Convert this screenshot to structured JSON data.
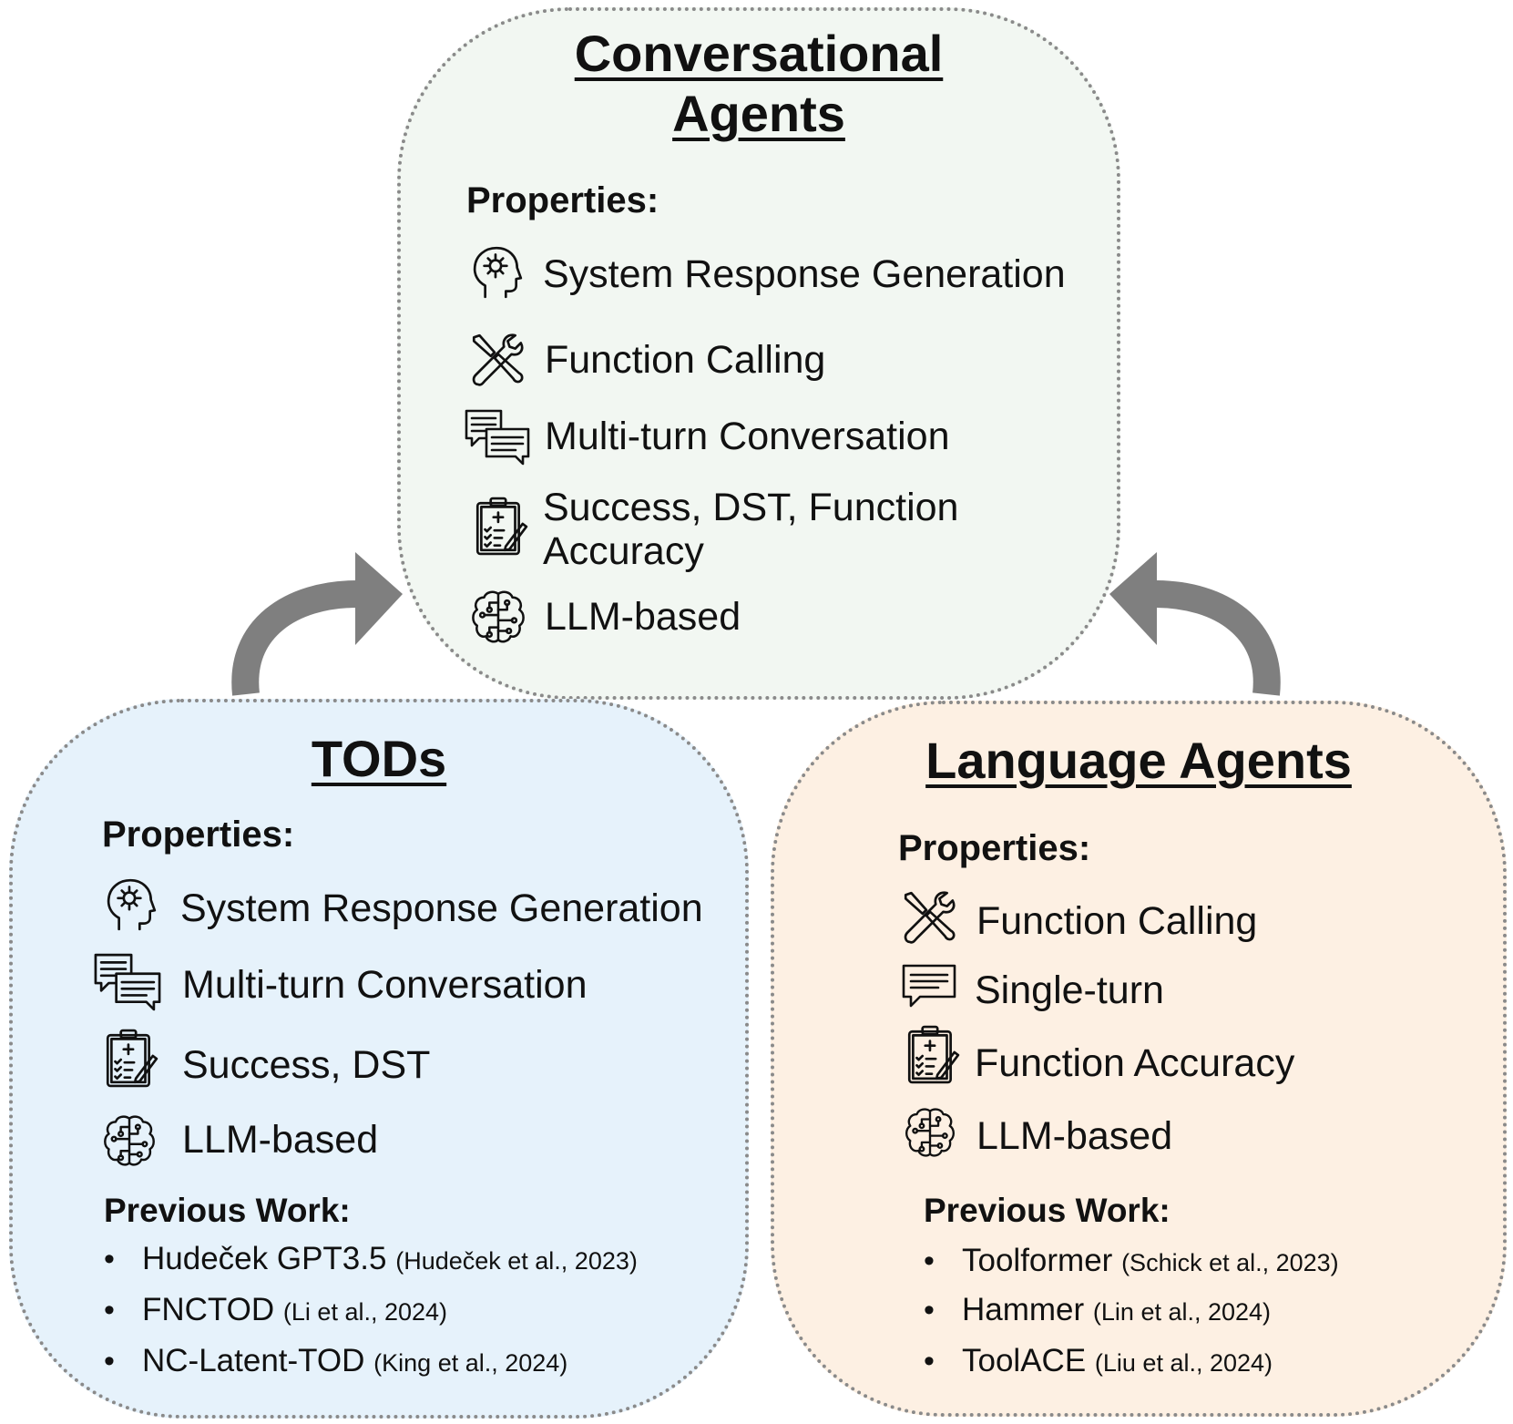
{
  "conversational_agents": {
    "title_line1": "Conversational",
    "title_line2": "Agents",
    "properties_heading": "Properties:",
    "properties": [
      {
        "icon": "head-gear-icon",
        "label": "System Response Generation"
      },
      {
        "icon": "tools-icon",
        "label": "Function Calling"
      },
      {
        "icon": "chat-bubbles-icon",
        "label": "Multi-turn Conversation"
      },
      {
        "icon": "clipboard-icon",
        "label_line1": "Success, DST, Function",
        "label_line2": "Accuracy"
      },
      {
        "icon": "brain-circuit-icon",
        "label": "LLM-based"
      }
    ]
  },
  "tods": {
    "title": "TODs",
    "properties_heading": "Properties:",
    "properties": [
      {
        "icon": "head-gear-icon",
        "label": "System Response Generation"
      },
      {
        "icon": "chat-bubbles-icon",
        "label": "Multi-turn Conversation"
      },
      {
        "icon": "clipboard-icon",
        "label": "Success, DST"
      },
      {
        "icon": "brain-circuit-icon",
        "label": "LLM-based"
      }
    ],
    "previous_work_heading": "Previous Work:",
    "previous_work": [
      {
        "name": "Hudeček GPT3.5",
        "cite": "(Hudeček et al., 2023)"
      },
      {
        "name": "FNCTOD",
        "cite": "(Li et al., 2024)"
      },
      {
        "name": "NC-Latent-TOD",
        "cite": "(King et al., 2024)"
      }
    ]
  },
  "language_agents": {
    "title": "Language Agents",
    "properties_heading": "Properties:",
    "properties": [
      {
        "icon": "tools-icon",
        "label": "Function Calling"
      },
      {
        "icon": "chat-bubble-icon",
        "label": "Single-turn"
      },
      {
        "icon": "clipboard-icon",
        "label": "Function Accuracy"
      },
      {
        "icon": "brain-circuit-icon",
        "label": "LLM-based"
      }
    ],
    "previous_work_heading": "Previous Work:",
    "previous_work": [
      {
        "name": "Toolformer",
        "cite": "(Schick et al., 2023)"
      },
      {
        "name": "Hammer",
        "cite": "(Lin et al., 2024)"
      },
      {
        "name": "ToolACE",
        "cite": "(Liu et al., 2024)"
      }
    ]
  },
  "bullet": "•",
  "colors": {
    "conversational_fill": "#f2f7f2",
    "tods_fill": "#e6f2fb",
    "language_fill": "#fdf0e3",
    "arrow": "#7f7f7f",
    "border": "#8a8a8a"
  }
}
